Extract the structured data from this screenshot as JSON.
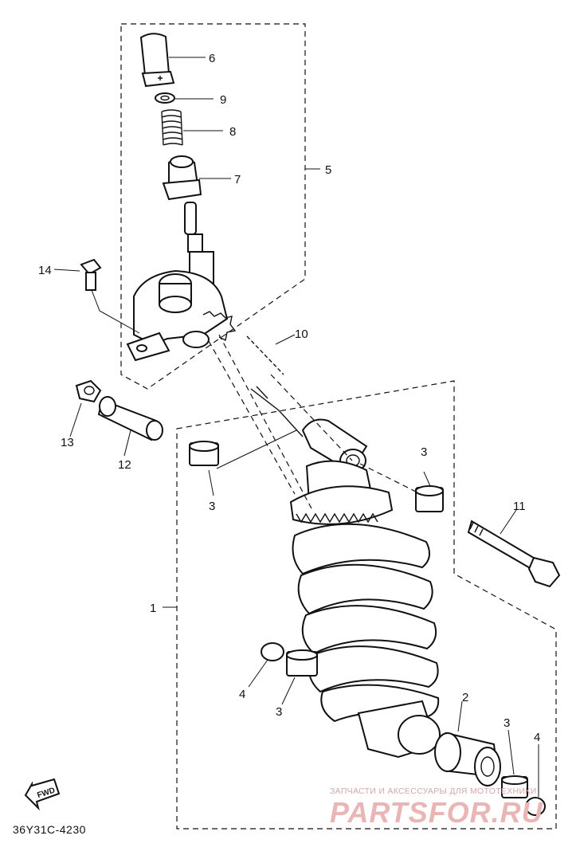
{
  "diagram": {
    "callouts": [
      "1",
      "2",
      "3",
      "4",
      "5",
      "6",
      "7",
      "8",
      "9",
      "10",
      "11",
      "12",
      "13",
      "14"
    ],
    "diagram_code": "36Y31C-4230",
    "fwd_label": "FWD",
    "watermark": {
      "tagline": "ЗАПЧАСТИ И АКСЕССУАРЫ ДЛЯ МОТОТЕХНИКИ",
      "brand": "PARTSFOR.RU"
    }
  }
}
